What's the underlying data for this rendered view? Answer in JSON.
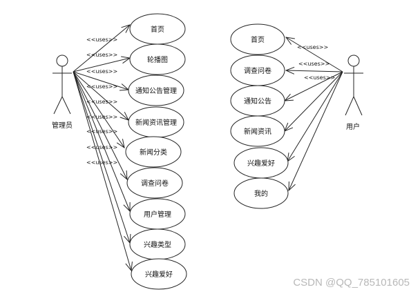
{
  "actors": {
    "admin": {
      "label": "管理员"
    },
    "user": {
      "label": "用户"
    }
  },
  "stereotype": "<<uses>>",
  "admin_use_cases": [
    {
      "id": "home",
      "label": "首页"
    },
    {
      "id": "carousel",
      "label": "轮播图"
    },
    {
      "id": "notice-manage",
      "label": "通知公告管理"
    },
    {
      "id": "news-manage",
      "label": "新闻资讯管理"
    },
    {
      "id": "news-category",
      "label": "新闻分类"
    },
    {
      "id": "survey",
      "label": "调查问卷"
    },
    {
      "id": "user-manage",
      "label": "用户管理"
    },
    {
      "id": "interest-type",
      "label": "兴趣类型"
    },
    {
      "id": "interest",
      "label": "兴趣爱好"
    }
  ],
  "user_use_cases": [
    {
      "id": "home",
      "label": "首页"
    },
    {
      "id": "survey",
      "label": "调查问卷"
    },
    {
      "id": "notice",
      "label": "通知公告"
    },
    {
      "id": "news",
      "label": "新闻资讯"
    },
    {
      "id": "interest",
      "label": "兴趣爱好"
    },
    {
      "id": "mine",
      "label": "我的"
    }
  ],
  "watermark": "CSDN @QQ_785101605"
}
